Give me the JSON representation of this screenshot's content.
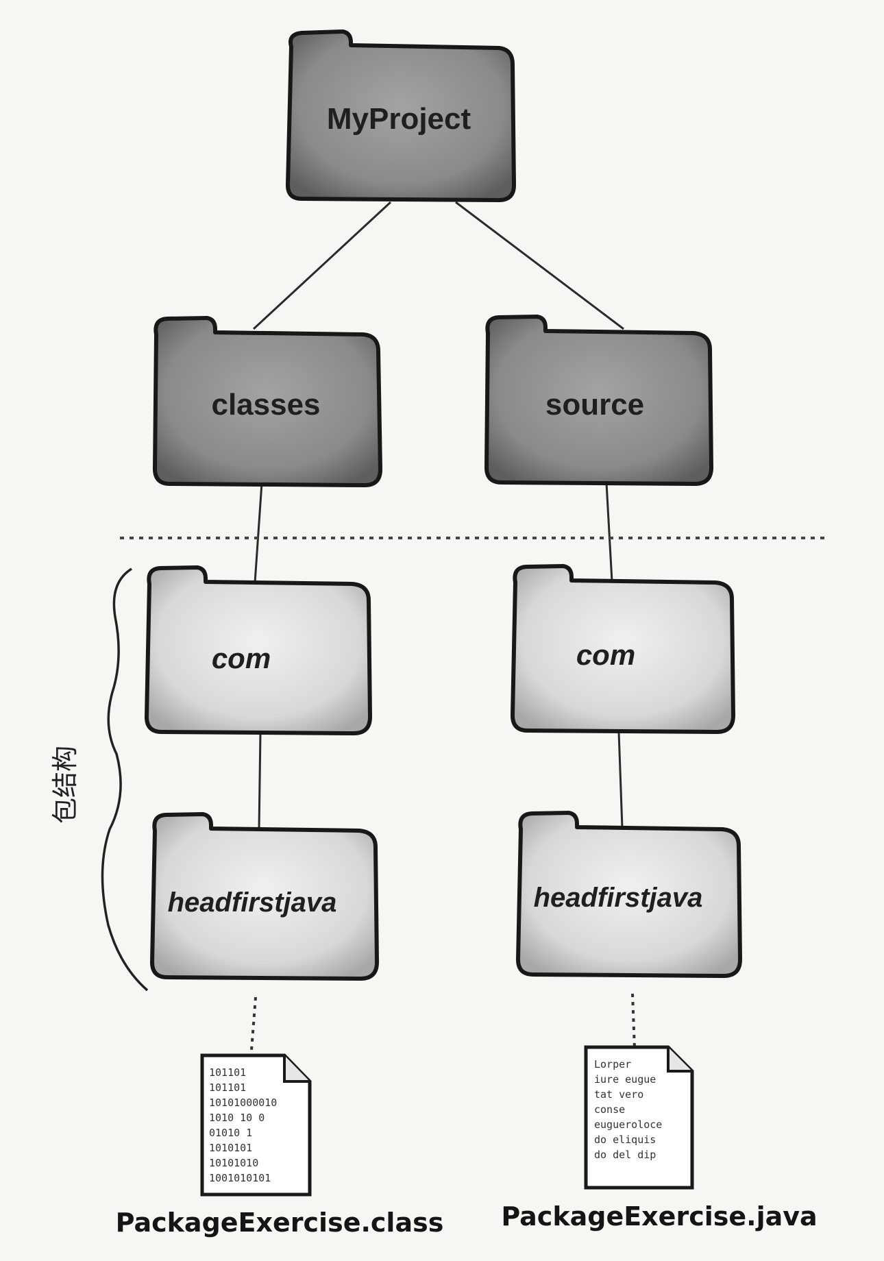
{
  "root": {
    "label": "MyProject"
  },
  "top_folders": {
    "classes": {
      "label": "classes"
    },
    "source": {
      "label": "source"
    }
  },
  "package_folders": {
    "left": {
      "com": "com",
      "headfirstjava": "headfirstjava"
    },
    "right": {
      "com": "com",
      "headfirstjava": "headfirstjava"
    }
  },
  "side_label": "包结构",
  "files": {
    "class_file": {
      "name": "PackageExercise.class",
      "lines": [
        "101101",
        "101101",
        "10101000010",
        "1010 10 0",
        "01010 1",
        "1010101",
        "10101010",
        "1001010101"
      ]
    },
    "java_file": {
      "name": "PackageExercise.java",
      "lines": [
        "Lorper",
        "iure eugue",
        "tat vero",
        "conse",
        "eugueroloce",
        "do eliquis",
        "do del dip"
      ]
    }
  },
  "colors": {
    "dark_folder": "#8d8d8d",
    "light_folder": "#dedede",
    "line": "#2a2a2a",
    "background": "#f6f6f3"
  }
}
